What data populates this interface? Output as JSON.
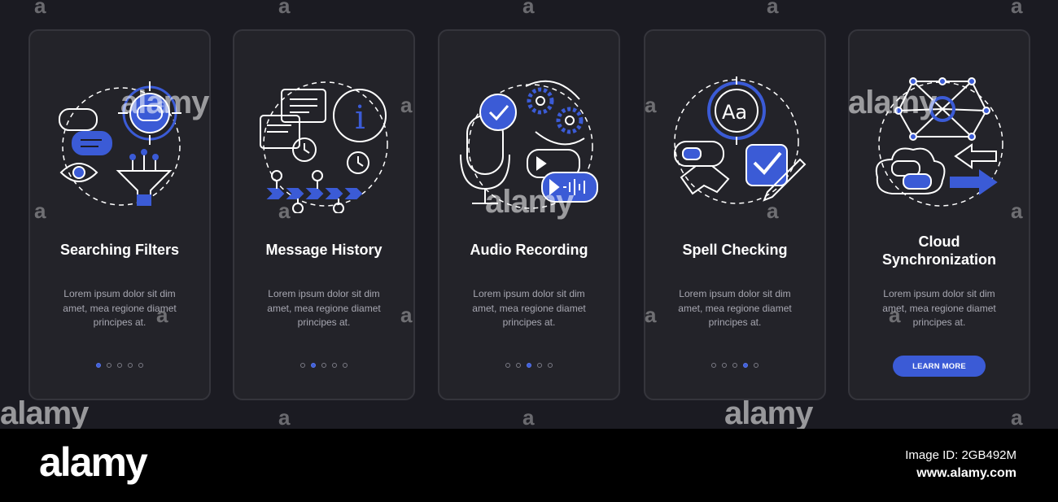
{
  "cards": [
    {
      "title": "Searching Filters",
      "body": "Lorem ipsum dolor sit dim amet, mea regione diamet principes at.",
      "active_dot": 1
    },
    {
      "title": "Message History",
      "body": "Lorem ipsum dolor sit dim amet, mea regione diamet principes at.",
      "active_dot": 2
    },
    {
      "title": "Audio Recording",
      "body": "Lorem ipsum dolor sit dim amet, mea regione diamet principes at.",
      "active_dot": 3
    },
    {
      "title": "Spell Checking",
      "body": "Lorem ipsum dolor sit dim amet, mea regione diamet principes at.",
      "active_dot": 4
    },
    {
      "title_line1": "Cloud",
      "title_line2": "Synchronization",
      "body": "Lorem ipsum dolor sit dim amet, mea regione diamet principes at.",
      "button_label": "LEARN MORE"
    }
  ],
  "watermark": {
    "word": "alamy",
    "letter": "a"
  },
  "footer": {
    "logo": "alamy",
    "image_id": "Image ID: 2GB492M",
    "site": "www.alamy.com"
  },
  "colors": {
    "background": "#1b1b22",
    "card": "#232329",
    "accent": "#3b5bd6",
    "text": "#ffffff",
    "body_text": "#a7a7b1"
  },
  "icons": [
    "search-filter-icon",
    "message-history-icon",
    "audio-recording-icon",
    "spell-check-icon",
    "cloud-sync-icon"
  ]
}
